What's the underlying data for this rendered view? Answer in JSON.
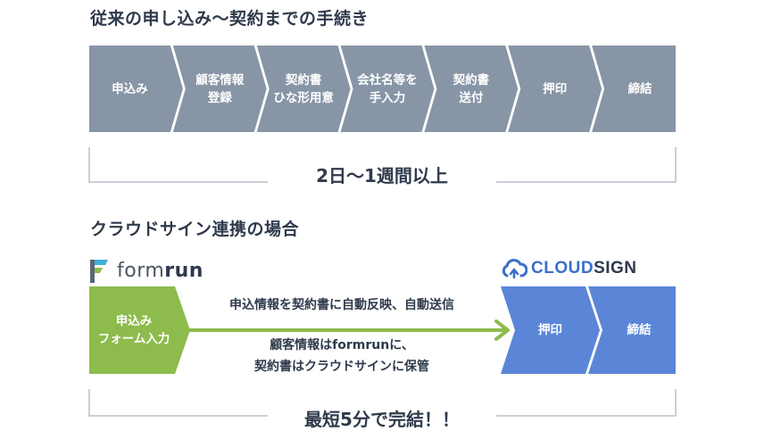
{
  "traditional": {
    "title": "従来の申し込み〜契約までの手続き",
    "steps": [
      {
        "lines": [
          "申込み"
        ]
      },
      {
        "lines": [
          "顧客情報",
          "登録"
        ]
      },
      {
        "lines": [
          "契約書",
          "ひな形用意"
        ]
      },
      {
        "lines": [
          "会社名等を",
          "手入力"
        ]
      },
      {
        "lines": [
          "契約書",
          "送付"
        ]
      },
      {
        "lines": [
          "押印"
        ]
      },
      {
        "lines": [
          "締結"
        ]
      }
    ],
    "duration": "2日〜1週間以上",
    "color": "#8795a6"
  },
  "integration": {
    "title": "クラウドサイン連携の場合",
    "formrun_logo": {
      "text_light": "form",
      "text_bold": "run"
    },
    "cloudsign_logo": {
      "text_cloud": "CLOUD",
      "text_sign": "SIGN"
    },
    "form_step": {
      "lines": [
        "申込み",
        "フォーム入力"
      ],
      "color": "#8dbb4c"
    },
    "cloud_steps": [
      {
        "lines": [
          "押印"
        ]
      },
      {
        "lines": [
          "締結"
        ]
      }
    ],
    "cloud_color": "#5b86d8",
    "arrow_color": "#8dbb4c",
    "caption_top": "申込情報を契約書に自動反映、自動送信",
    "caption_bottom": [
      "顧客情報はformrunに、",
      "契約書はクラウドサインに保管"
    ],
    "duration": "最短5分で完結！！"
  }
}
